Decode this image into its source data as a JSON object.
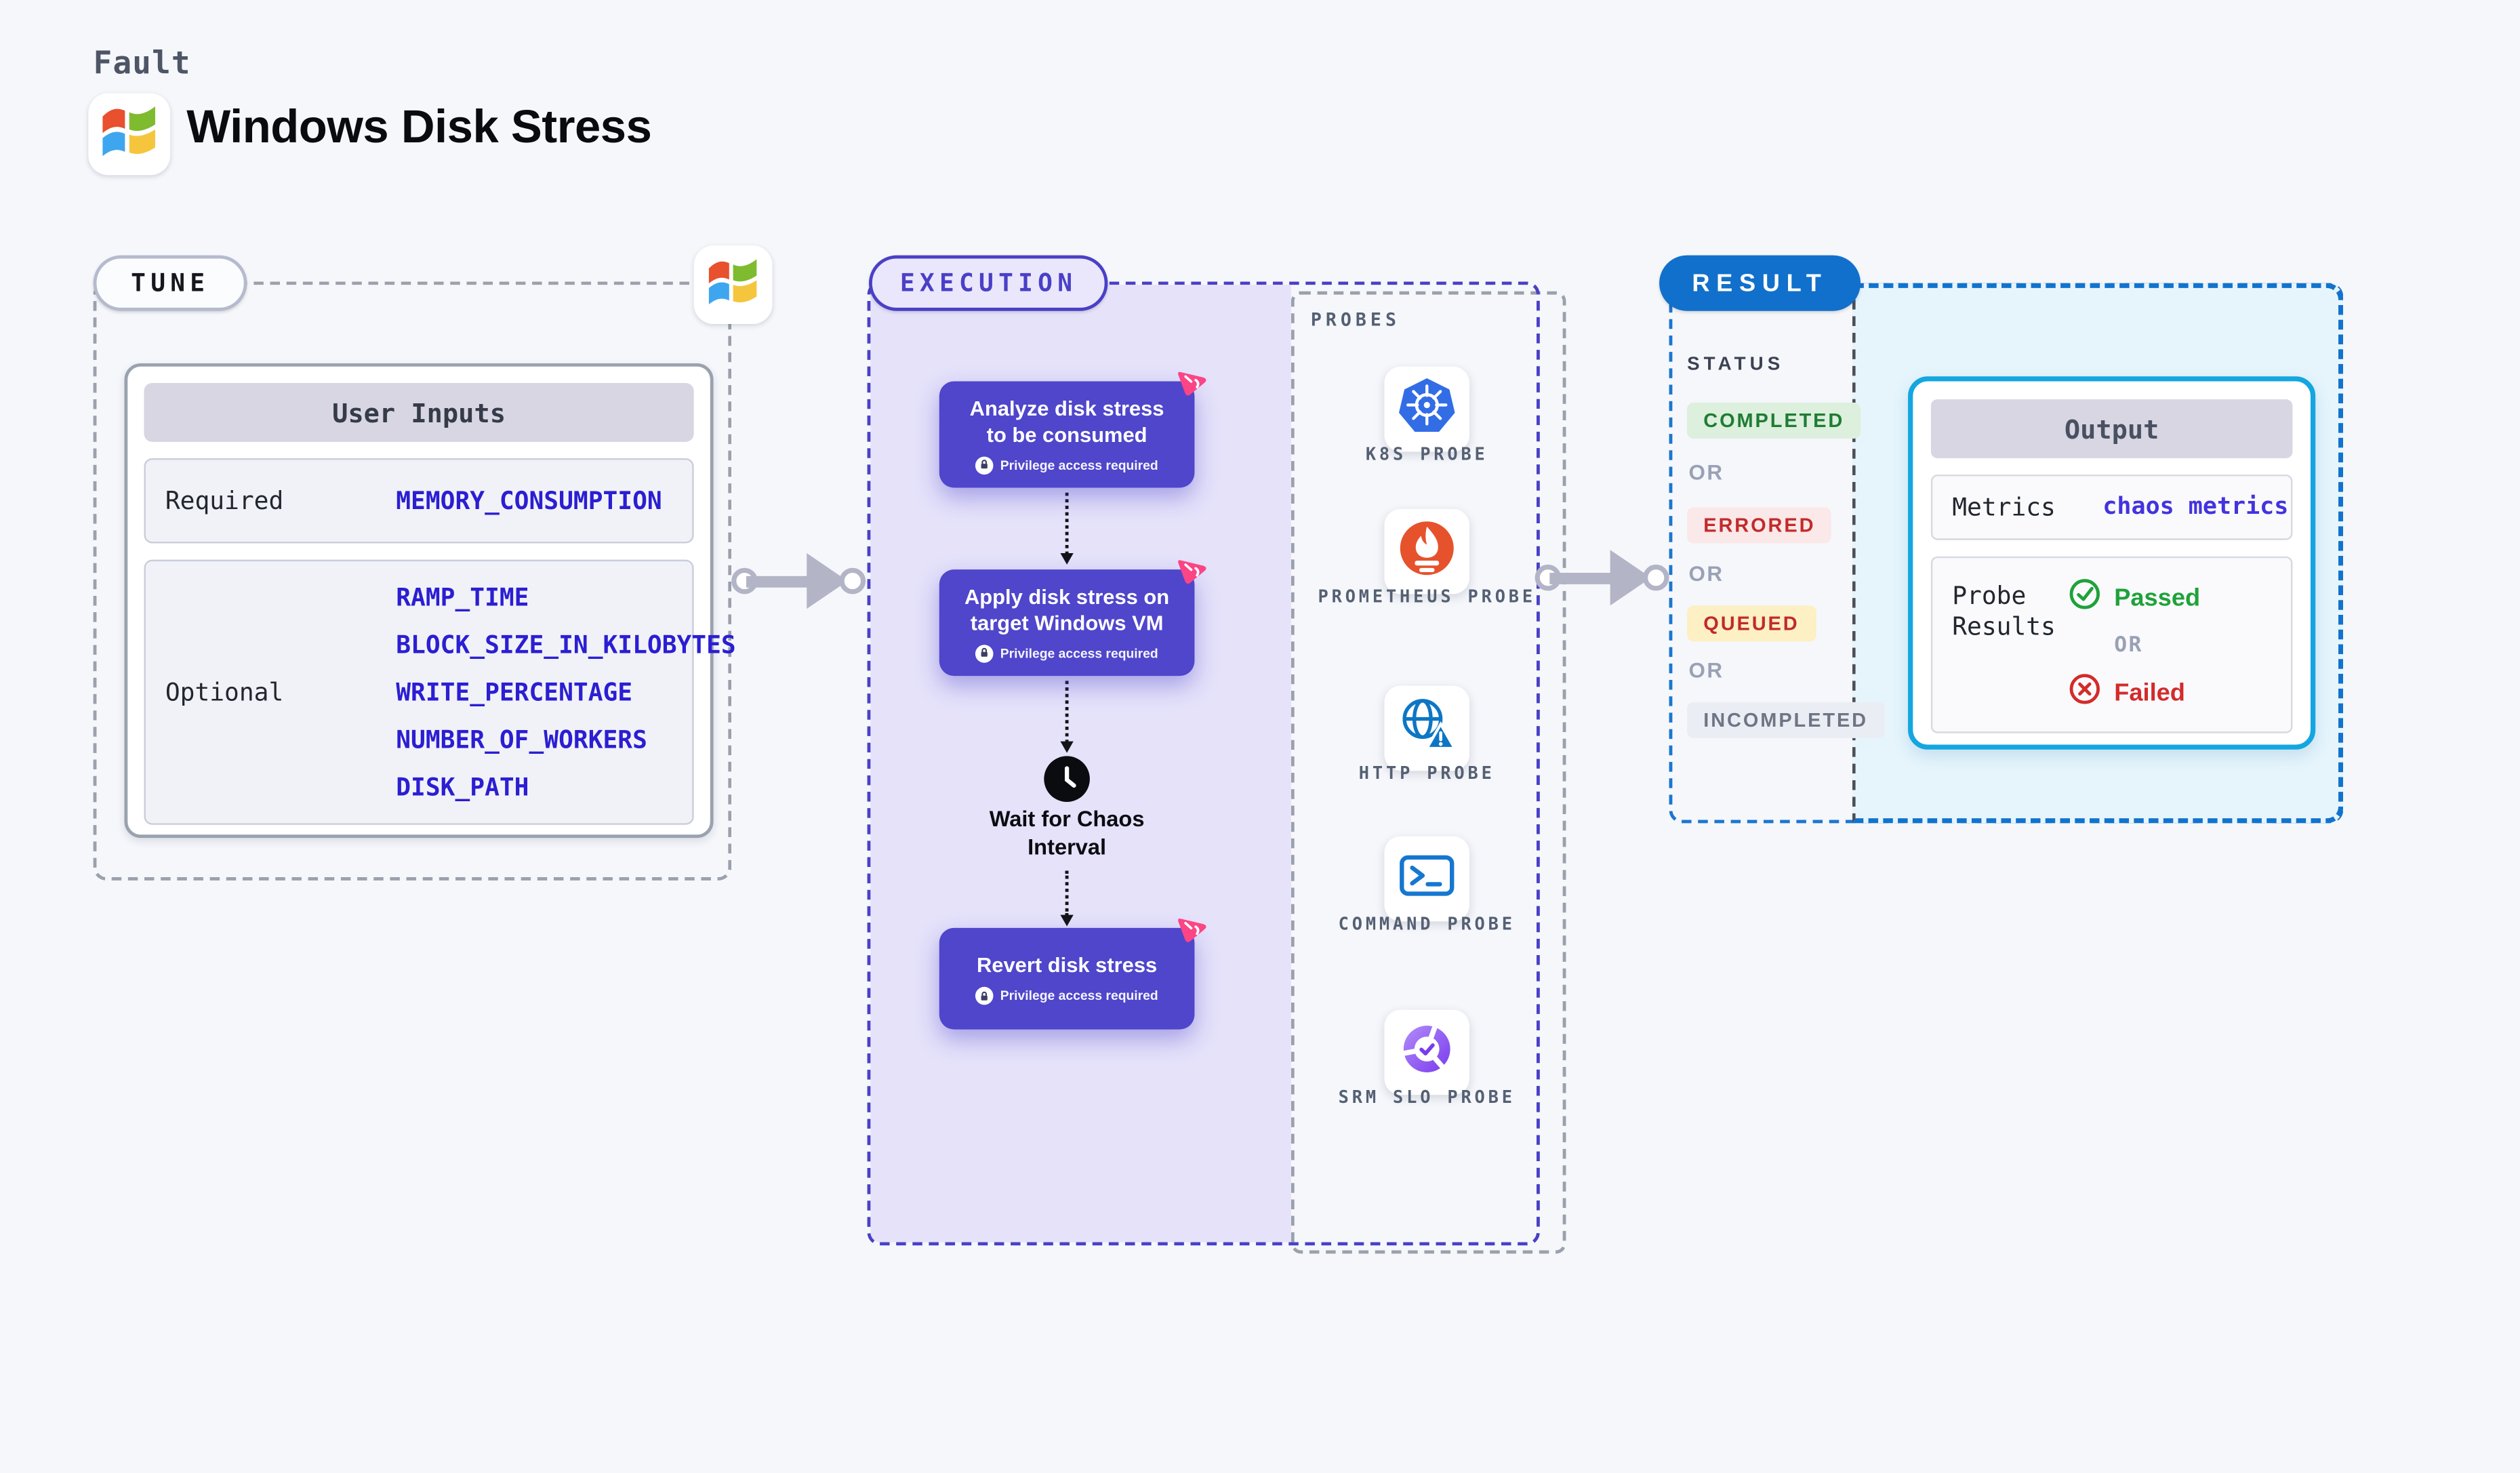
{
  "header": {
    "kicker": "Fault",
    "title": "Windows Disk Stress",
    "logo_icon": "windows-logo-icon"
  },
  "tune": {
    "label": "TUNE",
    "table": {
      "title": "User Inputs",
      "rows": [
        {
          "label": "Required",
          "params": [
            "MEMORY_CONSUMPTION"
          ]
        },
        {
          "label": "Optional",
          "params": [
            "RAMP_TIME",
            "BLOCK_SIZE_IN_KILOBYTES",
            "WRITE_PERCENTAGE",
            "NUMBER_OF_WORKERS",
            "DISK_PATH"
          ]
        }
      ]
    }
  },
  "execution": {
    "label": "EXECUTION",
    "steps": [
      {
        "lines": [
          "Analyze disk stress",
          "to be consumed"
        ],
        "note": "Privilege access required",
        "badge_icon": "lock-icon",
        "corner_icon": "chaos-spark-icon"
      },
      {
        "lines": [
          "Apply disk stress on",
          "target Windows VM"
        ],
        "note": "Privilege access required",
        "badge_icon": "lock-icon",
        "corner_icon": "chaos-spark-icon"
      },
      {
        "lines": [
          "Revert disk stress"
        ],
        "note": "Privilege access required",
        "badge_icon": "lock-icon",
        "corner_icon": "chaos-spark-icon"
      }
    ],
    "wait": {
      "lines": [
        "Wait for Chaos",
        "Interval"
      ],
      "icon": "clock-icon"
    }
  },
  "probes": {
    "label": "PROBES",
    "items": [
      {
        "name": "K8S PROBE",
        "icon": "kubernetes-icon"
      },
      {
        "name": "PROMETHEUS PROBE",
        "icon": "prometheus-icon"
      },
      {
        "name": "HTTP PROBE",
        "icon": "http-globe-warning-icon"
      },
      {
        "name": "COMMAND PROBE",
        "icon": "terminal-icon"
      },
      {
        "name": "SRM SLO PROBE",
        "icon": "srm-slo-donut-icon"
      }
    ]
  },
  "result": {
    "label": "RESULT",
    "status": {
      "label": "STATUS",
      "items": [
        "COMPLETED",
        "ERRORED",
        "QUEUED",
        "INCOMPLETED"
      ],
      "or": "OR"
    },
    "output": {
      "title": "Output",
      "metrics_label": "Metrics",
      "metrics_value": "chaos metrics",
      "probe_results_label": "Probe Results",
      "passed": "Passed",
      "or": "OR",
      "failed": "Failed",
      "passed_icon": "check-circle-icon",
      "failed_icon": "x-circle-icon"
    }
  },
  "colors": {
    "page_bg": "#f5f7fb",
    "accent_purple": "#4f46cb",
    "lavender_fill": "#e5e2fa",
    "execution_border": "#4a40c6",
    "accent_pink": "#fb4585",
    "result_blue": "#1170cb",
    "output_border": "#14a6e0",
    "cyan_fill": "#e6f5fc",
    "param_blue": "#2b1ed2",
    "passed_green": "#1ea23a",
    "failed_red": "#d32b2b",
    "completed_bg": "#ddefdd",
    "completed_text": "#1e7d33",
    "errored_bg": "#fbe8e8",
    "errored_text": "#c22a2a",
    "queued_bg": "#fcf0c4",
    "queued_text": "#c22a2a",
    "incompleted_bg": "#ebedf4",
    "incompleted_text": "#6e7585",
    "arrow_gray": "#b3b4c6"
  }
}
